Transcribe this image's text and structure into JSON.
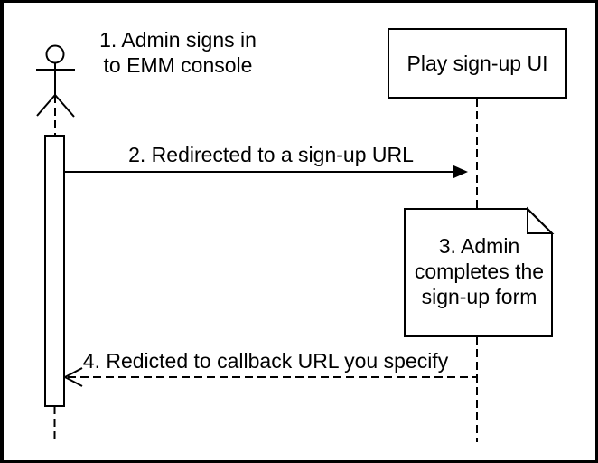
{
  "colors": {
    "stroke": "#000000",
    "background": "#ffffff",
    "note_fold": "#f2f2f2"
  },
  "lifelines": {
    "play_signup_ui": "Play sign-up UI"
  },
  "labels": {
    "step1": "1. Admin signs in\nto EMM console",
    "step2": "2. Redirected to a sign-up URL",
    "step3": "3. Admin\ncompletes the\nsign-up form",
    "step4": "4. Redicted to callback URL you specify"
  }
}
